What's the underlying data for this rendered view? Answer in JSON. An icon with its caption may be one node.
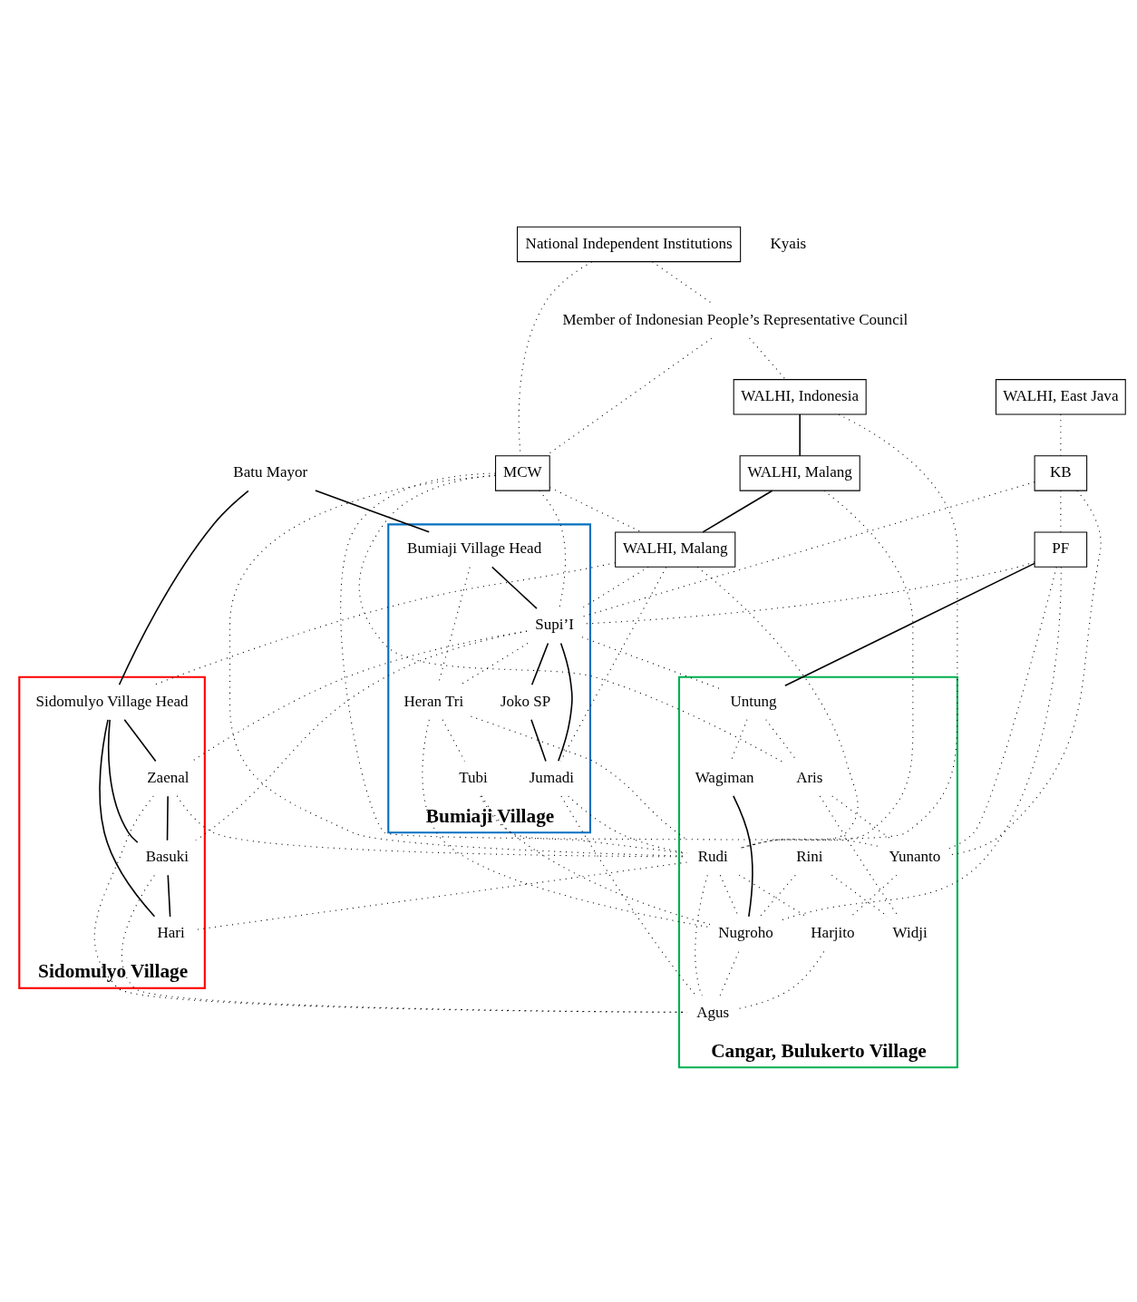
{
  "diagram": {
    "nodes": [
      {
        "text": [
          "National Independent Institutions"
        ]
      },
      {
        "text": [
          "Member of Indonesian People’s Representative Council"
        ]
      },
      {
        "text": [
          "WALHI, Indonesia"
        ]
      },
      {
        "text": [
          "WALHI, East Java"
        ]
      },
      {
        "text": [
          "WALHI, Malang"
        ]
      },
      {
        "text": [
          "Batu Mayor"
        ]
      },
      {
        "text": [
          "KB"
        ]
      },
      {
        "text": [
          "PF"
        ]
      },
      {
        "text": [
          "MCW"
        ]
      },
      {
        "text": [
          "WALHI, Malang"
        ]
      },
      {
        "text": [
          "Kyais"
        ]
      },
      {
        "text": [
          "Bumiaji Village"
        ]
      },
      {
        "text": [
          "Bumiaji Village Head"
        ],
        "in": 11
      },
      {
        "text": [
          "Supi’I"
        ],
        "in": 11
      },
      {
        "text": [
          "Joko SP"
        ],
        "in": 11
      },
      {
        "text": [
          "Heran Tri"
        ],
        "in": 11
      },
      {
        "text": [
          "Jumadi"
        ],
        "in": 11
      },
      {
        "text": [
          "Tubi"
        ],
        "in": 11
      },
      {
        "text": [
          "Sidomulyo Village"
        ]
      },
      {
        "text": [
          "Sidomulyo Village Head"
        ],
        "in": 18
      },
      {
        "text": [
          "Zaenal"
        ],
        "in": 18
      },
      {
        "text": [
          "Basuki"
        ],
        "in": 18
      },
      {
        "text": [
          "Hari"
        ],
        "in": 18
      },
      {
        "text": [
          "Cangar, Bulukerto Village"
        ]
      },
      {
        "text": [
          "Untung"
        ],
        "in": 23
      },
      {
        "text": [
          "Wagiman"
        ],
        "in": 23
      },
      {
        "text": [
          "Rudi"
        ],
        "in": 23
      },
      {
        "text": [
          "Rini"
        ],
        "in": 23
      },
      {
        "text": [
          "Nugroho"
        ],
        "in": 23
      },
      {
        "text": [
          "Aris"
        ],
        "in": 23
      },
      {
        "text": [
          "Yunanto"
        ],
        "in": 23
      },
      {
        "text": [
          "Harjito"
        ],
        "in": 23
      },
      {
        "text": [
          "Agus"
        ],
        "in": 23
      },
      {
        "text": [
          "Widji"
        ],
        "in": 23
      }
    ],
    "edges": [
      {
        "from": 0,
        "to": 1,
        "arrow": "none",
        "style": "dashed"
      },
      {
        "from": 1,
        "to": 2,
        "arrow": "none",
        "style": "dashed"
      },
      {
        "from": 1,
        "to": 8,
        "arrow": "none",
        "style": "dashed"
      },
      {
        "from": 0,
        "to": 8,
        "arrow": "none",
        "style": "dashed"
      },
      {
        "from": 2,
        "to": 4,
        "arrow": "none"
      },
      {
        "from": 4,
        "to": 9,
        "arrow": "none"
      },
      {
        "from": 2,
        "to": 26,
        "arrow": "none",
        "style": "dashed"
      },
      {
        "from": 4,
        "to": 26,
        "arrow": "none",
        "style": "dashed"
      },
      {
        "from": 3,
        "to": 6,
        "arrow": "none",
        "style": "dashed"
      },
      {
        "from": 6,
        "to": 7,
        "arrow": "none",
        "style": "dashed"
      },
      {
        "from": 8,
        "to": 9,
        "arrow": "none",
        "style": "dashed"
      },
      {
        "from": 5,
        "to": 12,
        "arrow": "none"
      },
      {
        "from": 5,
        "to": 19,
        "arrow": "none"
      },
      {
        "from": 6,
        "to": 13,
        "arrow": "none",
        "style": "dashed"
      },
      {
        "from": 6,
        "to": 30,
        "arrow": "none",
        "style": "dashed"
      },
      {
        "from": 7,
        "to": 13,
        "arrow": "none",
        "style": "dashed"
      },
      {
        "from": 7,
        "to": 24,
        "arrow": "none"
      },
      {
        "from": 7,
        "to": 28,
        "arrow": "none",
        "style": "dashed"
      },
      {
        "from": 7,
        "to": 30,
        "arrow": "none",
        "style": "dashed"
      },
      {
        "from": 8,
        "to": 13,
        "arrow": "none",
        "style": "dashed"
      },
      {
        "from": 8,
        "to": 26,
        "arrow": "none",
        "style": "dashed"
      },
      {
        "from": 8,
        "to": 29,
        "arrow": "none",
        "style": "dashed"
      },
      {
        "from": 8,
        "to": 30,
        "arrow": "none",
        "style": "dashed"
      },
      {
        "from": 9,
        "to": 13,
        "arrow": "none",
        "style": "dashed"
      },
      {
        "from": 9,
        "to": 16,
        "arrow": "none",
        "style": "dashed"
      },
      {
        "from": 9,
        "to": 26,
        "arrow": "none",
        "style": "dashed"
      },
      {
        "from": 9,
        "to": 19,
        "arrow": "none",
        "style": "dashed"
      },
      {
        "from": 12,
        "to": 13,
        "arrow": "none"
      },
      {
        "from": 12,
        "to": 15,
        "arrow": "none",
        "style": "dashed"
      },
      {
        "from": 13,
        "to": 14,
        "arrow": "none"
      },
      {
        "from": 13,
        "to": 16,
        "arrow": "none"
      },
      {
        "from": 14,
        "to": 16,
        "arrow": "none"
      },
      {
        "from": 13,
        "to": 15,
        "arrow": "none",
        "style": "dashed"
      },
      {
        "from": 15,
        "to": 17,
        "arrow": "none",
        "style": "dashed"
      },
      {
        "from": 13,
        "to": 20,
        "arrow": "none",
        "style": "dashed"
      },
      {
        "from": 13,
        "to": 21,
        "arrow": "none",
        "style": "dashed"
      },
      {
        "from": 13,
        "to": 24,
        "arrow": "none",
        "style": "dashed"
      },
      {
        "from": 15,
        "to": 26,
        "arrow": "none",
        "style": "dashed"
      },
      {
        "from": 15,
        "to": 28,
        "arrow": "none",
        "style": "dashed"
      },
      {
        "from": 17,
        "to": 26,
        "arrow": "none",
        "style": "dashed"
      },
      {
        "from": 17,
        "to": 28,
        "arrow": "none",
        "style": "dashed"
      },
      {
        "from": 16,
        "to": 26,
        "arrow": "none",
        "style": "dashed"
      },
      {
        "from": 16,
        "to": 32,
        "arrow": "none",
        "style": "dashed"
      },
      {
        "from": 19,
        "to": 20,
        "arrow": "none"
      },
      {
        "from": 19,
        "to": 21,
        "arrow": "none"
      },
      {
        "from": 19,
        "to": 22,
        "arrow": "none"
      },
      {
        "from": 20,
        "to": 21,
        "arrow": "none"
      },
      {
        "from": 21,
        "to": 22,
        "arrow": "none"
      },
      {
        "from": 20,
        "to": 26,
        "arrow": "none",
        "style": "dashed"
      },
      {
        "from": 20,
        "to": 32,
        "arrow": "none",
        "style": "dashed"
      },
      {
        "from": 21,
        "to": 32,
        "arrow": "none",
        "style": "dashed"
      },
      {
        "from": 26,
        "to": 22,
        "arrow": "none",
        "style": "dashed"
      },
      {
        "from": 24,
        "to": 25,
        "arrow": "none",
        "style": "dashed"
      },
      {
        "from": 24,
        "to": 29,
        "arrow": "none",
        "style": "dashed"
      },
      {
        "from": 25,
        "to": 28,
        "arrow": "none"
      },
      {
        "from": 26,
        "to": 28,
        "arrow": "none",
        "style": "dashed"
      },
      {
        "from": 26,
        "to": 31,
        "arrow": "none",
        "style": "dashed"
      },
      {
        "from": 26,
        "to": 32,
        "arrow": "none",
        "style": "dashed"
      },
      {
        "from": 27,
        "to": 28,
        "arrow": "none",
        "style": "dashed"
      },
      {
        "from": 27,
        "to": 33,
        "arrow": "none",
        "style": "dashed"
      },
      {
        "from": 28,
        "to": 32,
        "arrow": "none",
        "style": "dashed"
      },
      {
        "from": 29,
        "to": 30,
        "arrow": "none",
        "style": "dashed"
      },
      {
        "from": 29,
        "to": 33,
        "arrow": "none",
        "style": "dashed"
      },
      {
        "from": 30,
        "to": 31,
        "arrow": "none",
        "style": "dashed"
      },
      {
        "from": 31,
        "to": 32,
        "arrow": "none",
        "style": "dashed"
      }
    ]
  }
}
